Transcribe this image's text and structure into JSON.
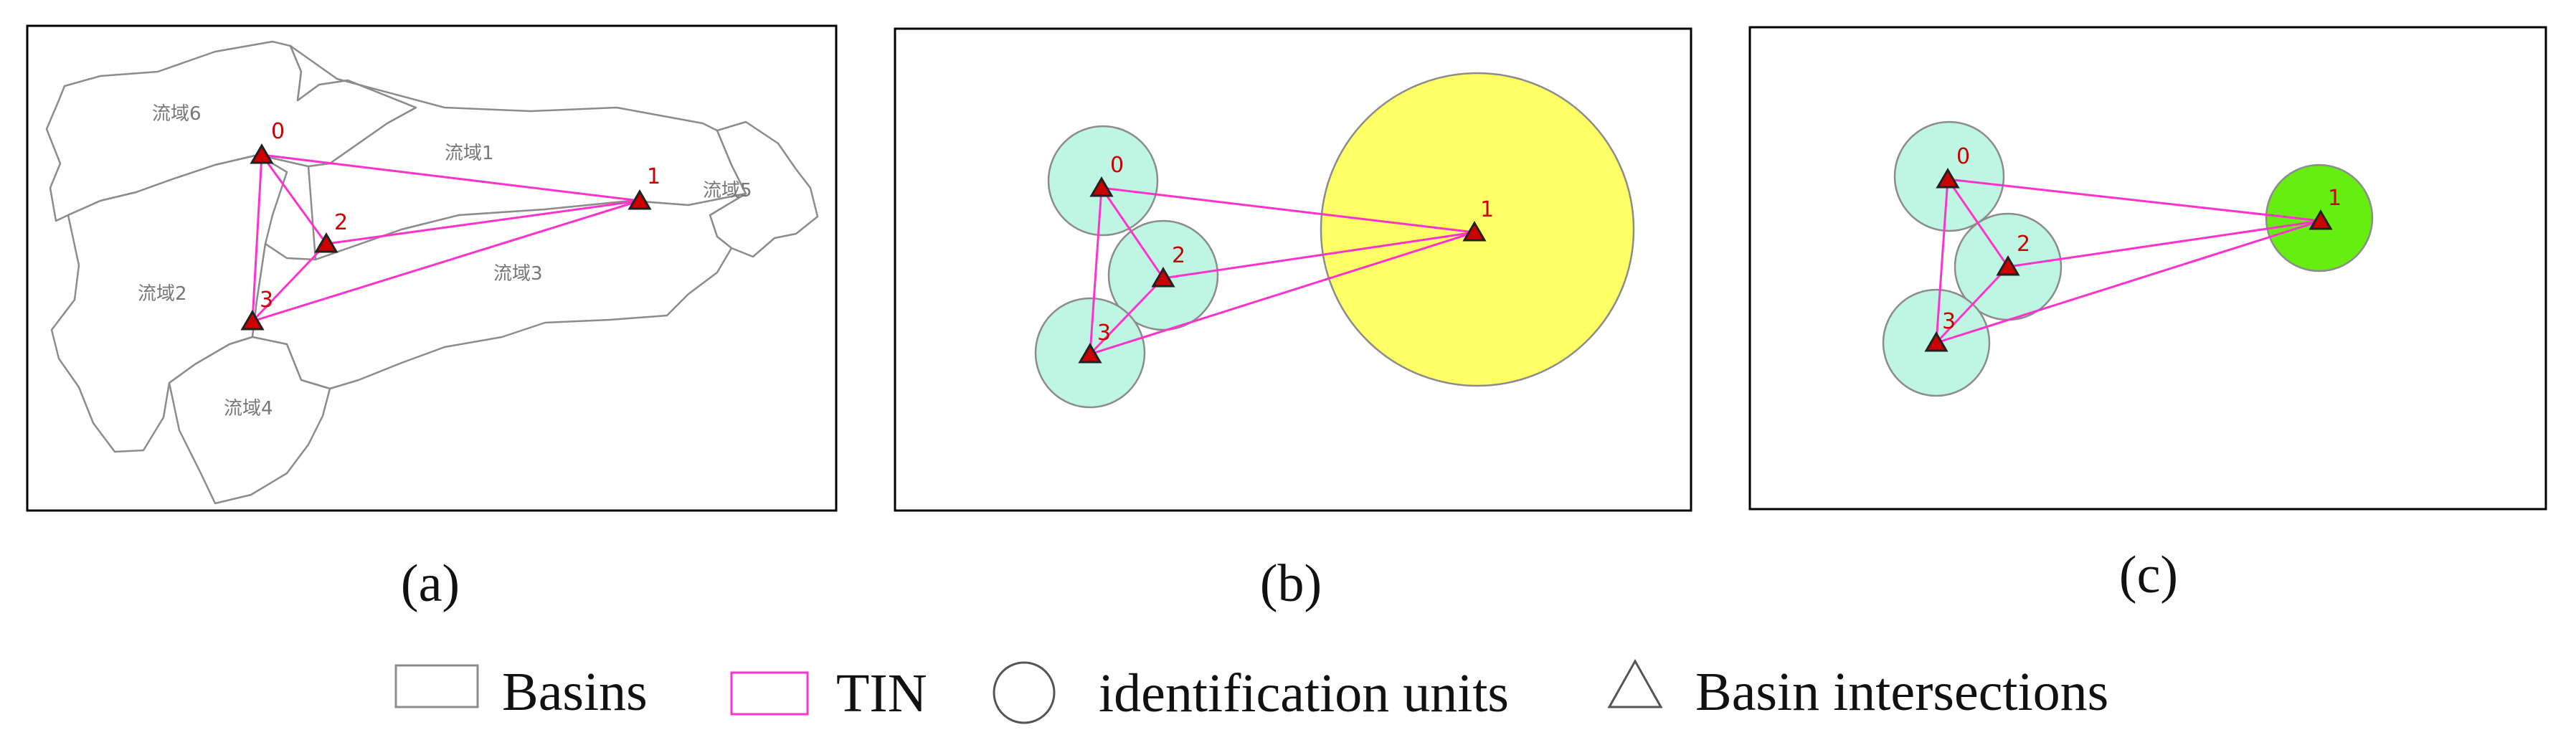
{
  "panels": {
    "a": {
      "caption": "(a)",
      "basins": [
        "流域6",
        "流域1",
        "流域5",
        "流域2",
        "流域3",
        "流域4"
      ],
      "nodes": [
        "0",
        "1",
        "2",
        "3"
      ]
    },
    "b": {
      "caption": "(b)",
      "nodes": [
        "0",
        "1",
        "2",
        "3"
      ]
    },
    "c": {
      "caption": "(c)",
      "nodes": [
        "0",
        "1",
        "2",
        "3"
      ]
    }
  },
  "legend": {
    "basins": "Basins",
    "tin": "TIN",
    "units": "identification units",
    "intersections": "Basin intersections"
  },
  "colors": {
    "tin": "#ff33cc",
    "node_fill": "#cc0000",
    "unit_default": "#bff5e3",
    "unit_large": "#ffff66",
    "unit_highlight": "#66ee11",
    "basin_stroke": "#8c8c8c",
    "frame": "#000000"
  }
}
